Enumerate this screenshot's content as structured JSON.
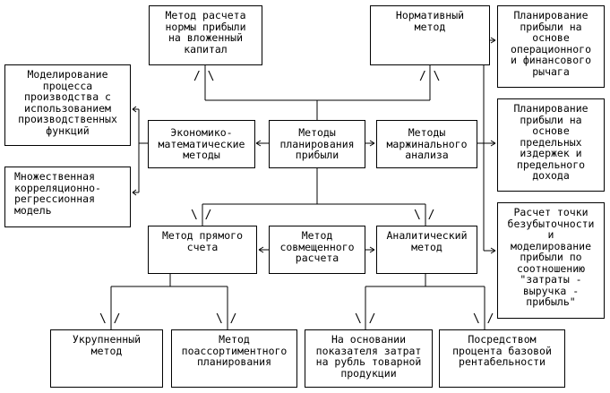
{
  "nodes": {
    "roi_method": "Метод расчета\nнормы прибыли\nна вложенный\nкапитал",
    "normative": "Нормативный\nметод",
    "leverage": "Планирование\nприбыли на\nоснове\nоперационного\nи финансового\nрычага",
    "marginal_costs": "Планирование\nприбыли на\nоснове\nпредельных\nиздержек и\nпредельного\nдохода",
    "breakeven": "Расчет точки\nбезубыточности\nи\nмоделирование\nприбыли по\nсоотношению\n\"затраты -\nвыручка -\nприбыль\"",
    "production_model": "Моделирование\nпроцесса\nпроизводства с\nиспользованием\nпроизводственных\nфункций",
    "regression": "Множественная\nкорреляционно-\nрегрессионная\nмодель",
    "econ_math": "Экономико-\nматематические\nметоды",
    "profit_planning": "Методы\nпланирования\nприбыли",
    "marginal_analysis": "Методы\nмаржинального\nанализа",
    "direct_count": "Метод прямого\nсчета",
    "combined": "Метод\nсовмещенного\nрасчета",
    "analytical": "Аналитический\nметод",
    "aggregated": "Укрупненный\nметод",
    "assortment": "Метод\nпоассортиментного\nпланирования",
    "cost_per_ruble": "На основании\nпоказателя затрат\nна рубль товарной\nпродукции",
    "profitability": "Посредством\nпроцента базовой\nрентабельности"
  }
}
